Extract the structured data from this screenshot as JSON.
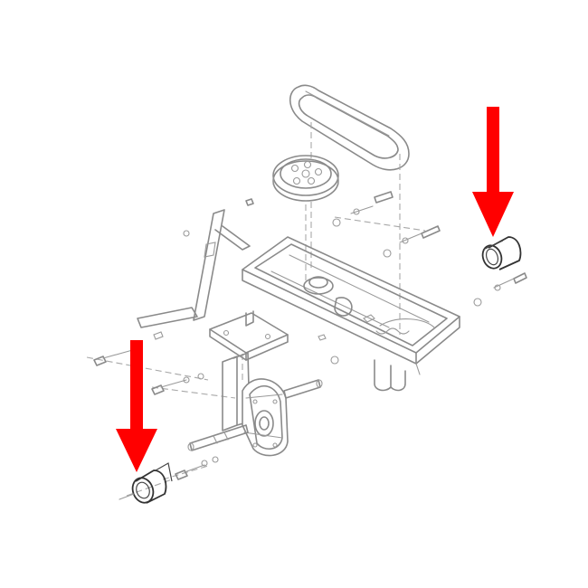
{
  "diagram": {
    "type": "exploded-parts-view",
    "line_color": "#8a8a8a",
    "highlight_part_color": "#333333",
    "arrow_color": "#ff0000",
    "arrows": [
      {
        "id": "arrow-right",
        "points_to": "bushing-right"
      },
      {
        "id": "arrow-left",
        "points_to": "bushing-left"
      }
    ]
  }
}
